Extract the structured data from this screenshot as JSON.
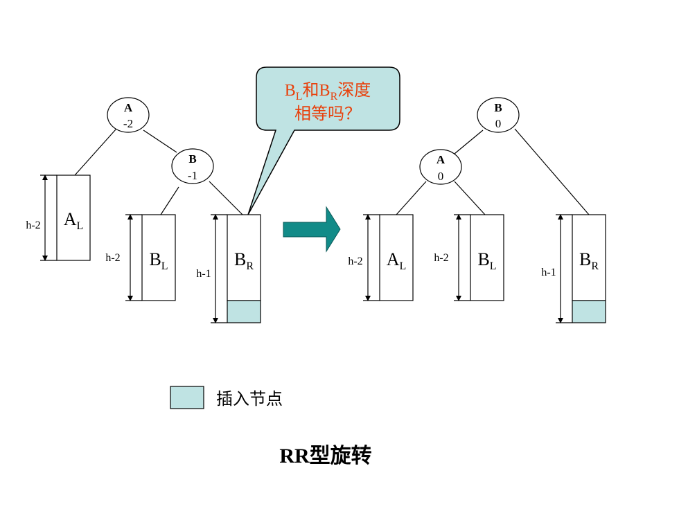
{
  "colors": {
    "inserted_fill": "#bfe3e3",
    "arrow_fill": "#128b88",
    "callout_fill": "#bfe3e3",
    "callout_text": "#e8410c"
  },
  "before": {
    "node_a": {
      "name": "A",
      "balance": "-2"
    },
    "node_b": {
      "name": "B",
      "balance": "-1"
    },
    "subtree_al": {
      "main": "A",
      "sub": "L",
      "height": "h-2"
    },
    "subtree_bl": {
      "main": "B",
      "sub": "L",
      "height": "h-2"
    },
    "subtree_br": {
      "main": "B",
      "sub": "R",
      "height": "h-1"
    }
  },
  "after": {
    "node_b": {
      "name": "B",
      "balance": "0"
    },
    "node_a": {
      "name": "A",
      "balance": "0"
    },
    "subtree_al": {
      "main": "A",
      "sub": "L",
      "height": "h-2"
    },
    "subtree_bl": {
      "main": "B",
      "sub": "L",
      "height": "h-2"
    },
    "subtree_br": {
      "main": "B",
      "sub": "R",
      "height": "h-1"
    }
  },
  "callout": {
    "b1": "B",
    "s1": "L",
    "mid": "和",
    "b2": "B",
    "s2": "R",
    "tail": "深度",
    "line2": "相等吗？"
  },
  "arrow_icon": "right-arrow-icon",
  "legend": {
    "label": "插入节点"
  },
  "title": {
    "rr": "RR",
    "rest": "型旋转"
  }
}
